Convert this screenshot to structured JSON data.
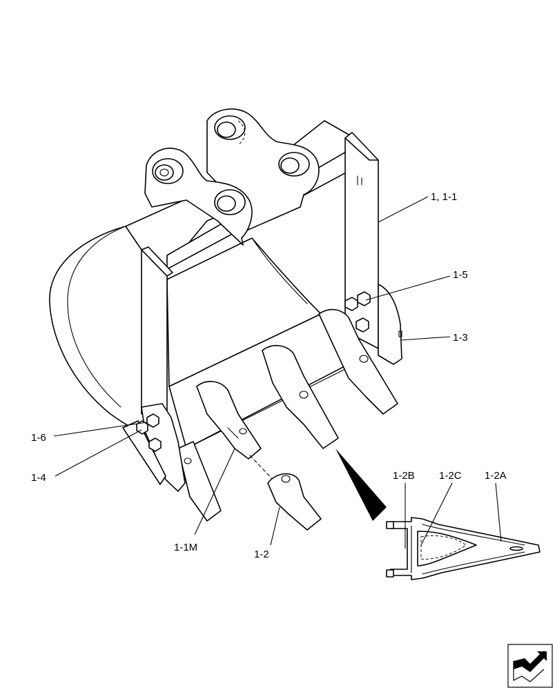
{
  "callouts": {
    "bucket": "1, 1-1",
    "bolt_1_5": "1-5",
    "side_cutter_1_3": "1-3",
    "bolt_1_6": "1-6",
    "nut_1_4": "1-4",
    "adapter_1_1m": "1-1M",
    "tooth_1_2": "1-2",
    "tooth_point_1_2a": "1-2A",
    "adapter_1_2b": "1-2B",
    "pin_1_2c": "1-2C"
  },
  "icons": {
    "navigation": "continue-arrow-icon"
  }
}
